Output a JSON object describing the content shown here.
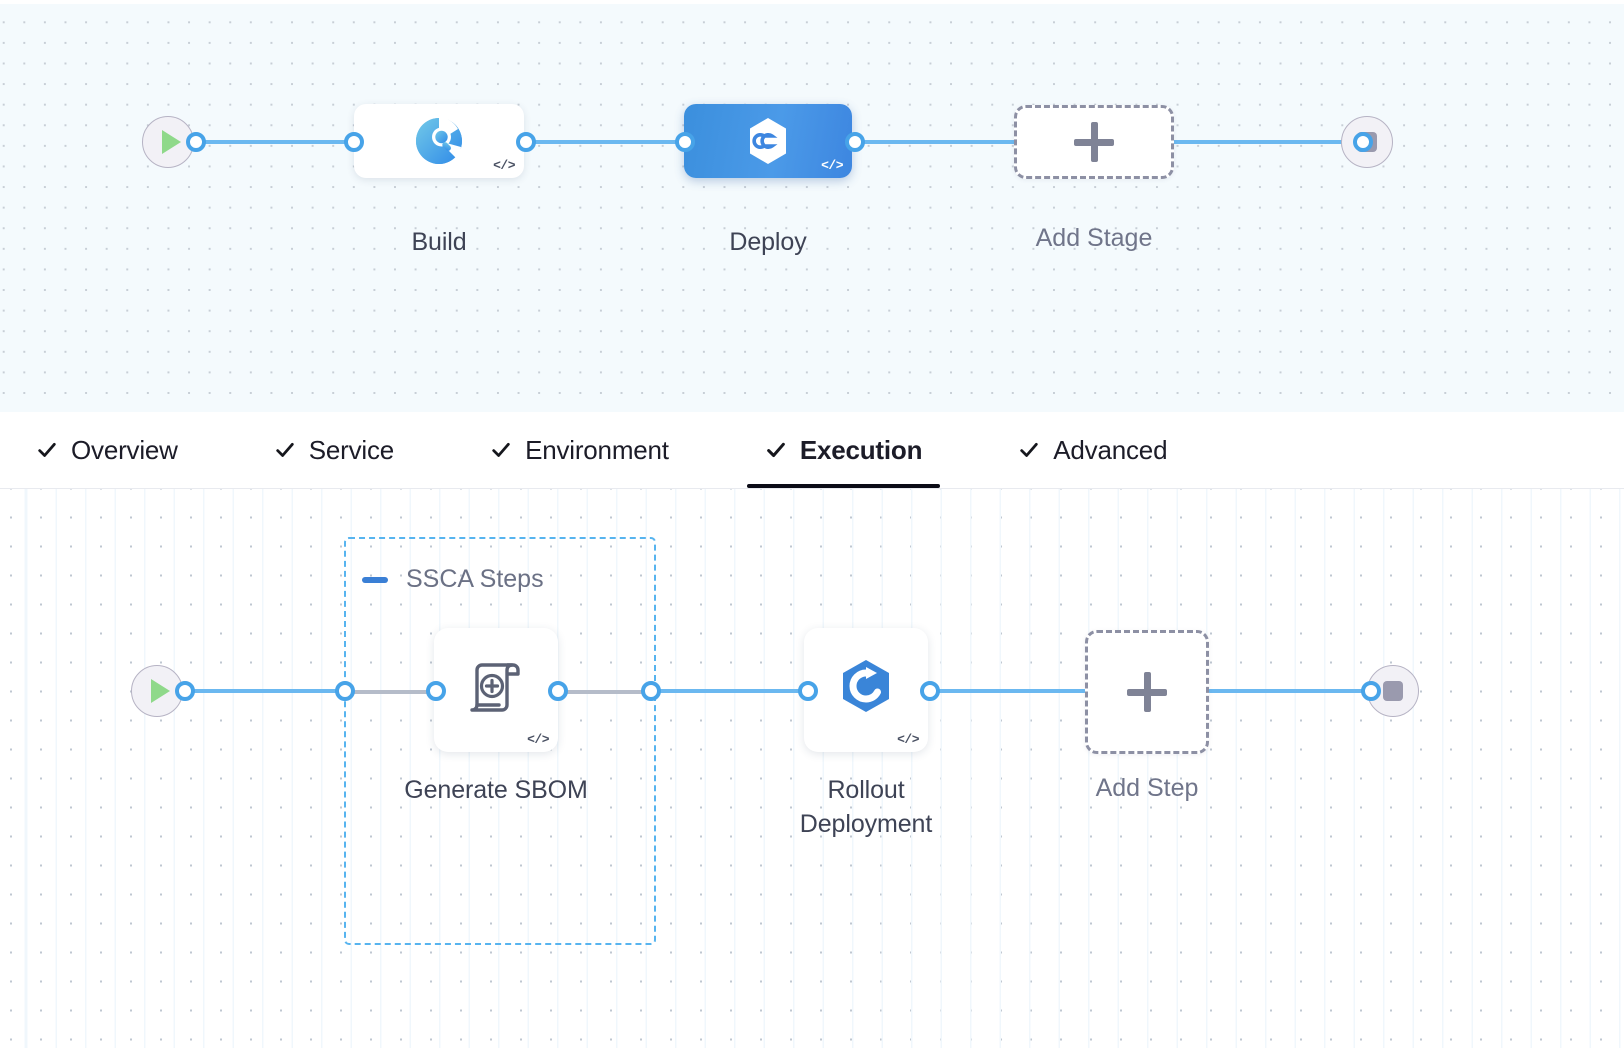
{
  "stage_canvas": {
    "name": "pipeline-stages-canvas",
    "start_node": {
      "icon": "play-icon",
      "label": ""
    },
    "end_node": {
      "icon": "stop-icon",
      "label": ""
    },
    "stages": [
      {
        "id": "build",
        "label": "Build",
        "icon": "ci-build-icon",
        "selected": false,
        "badge": "</>"
      },
      {
        "id": "deploy",
        "label": "Deploy",
        "icon": "cd-deploy-icon",
        "selected": true,
        "badge": "</>"
      }
    ],
    "add_stage": {
      "label": "Add Stage",
      "icon": "plus-icon"
    }
  },
  "tabs": {
    "items": [
      {
        "id": "overview",
        "label": "Overview",
        "checked": true,
        "active": false
      },
      {
        "id": "service",
        "label": "Service",
        "checked": true,
        "active": false
      },
      {
        "id": "environment",
        "label": "Environment",
        "checked": true,
        "active": false
      },
      {
        "id": "execution",
        "label": "Execution",
        "checked": true,
        "active": true
      },
      {
        "id": "advanced",
        "label": "Advanced",
        "checked": true,
        "active": false
      }
    ]
  },
  "step_canvas": {
    "name": "execution-steps-canvas",
    "start_node": {
      "icon": "play-icon"
    },
    "end_node": {
      "icon": "stop-icon"
    },
    "group": {
      "id": "ssca-steps",
      "title": "SSCA Steps",
      "collapse_icon": "minus-icon",
      "expanded": true
    },
    "steps": [
      {
        "id": "generate-sbom",
        "label": "Generate SBOM",
        "icon": "sbom-scroll-icon",
        "badge": "</>",
        "in_group": true
      },
      {
        "id": "rollout-deployment",
        "label": "Rollout\nDeployment",
        "icon": "rollout-hexagon-icon",
        "badge": "</>",
        "in_group": false
      }
    ],
    "add_step": {
      "label": "Add Step",
      "icon": "plus-icon"
    }
  },
  "colors": {
    "accent_blue": "#4aa5e8",
    "edge_blue": "#6bb8f0",
    "selected_stage": "#3d86e0",
    "group_dashed": "#57b4ef",
    "dashed_gray": "#b5bcc9",
    "play_green": "#8fd98a",
    "stop_gray": "#9a9aae"
  }
}
